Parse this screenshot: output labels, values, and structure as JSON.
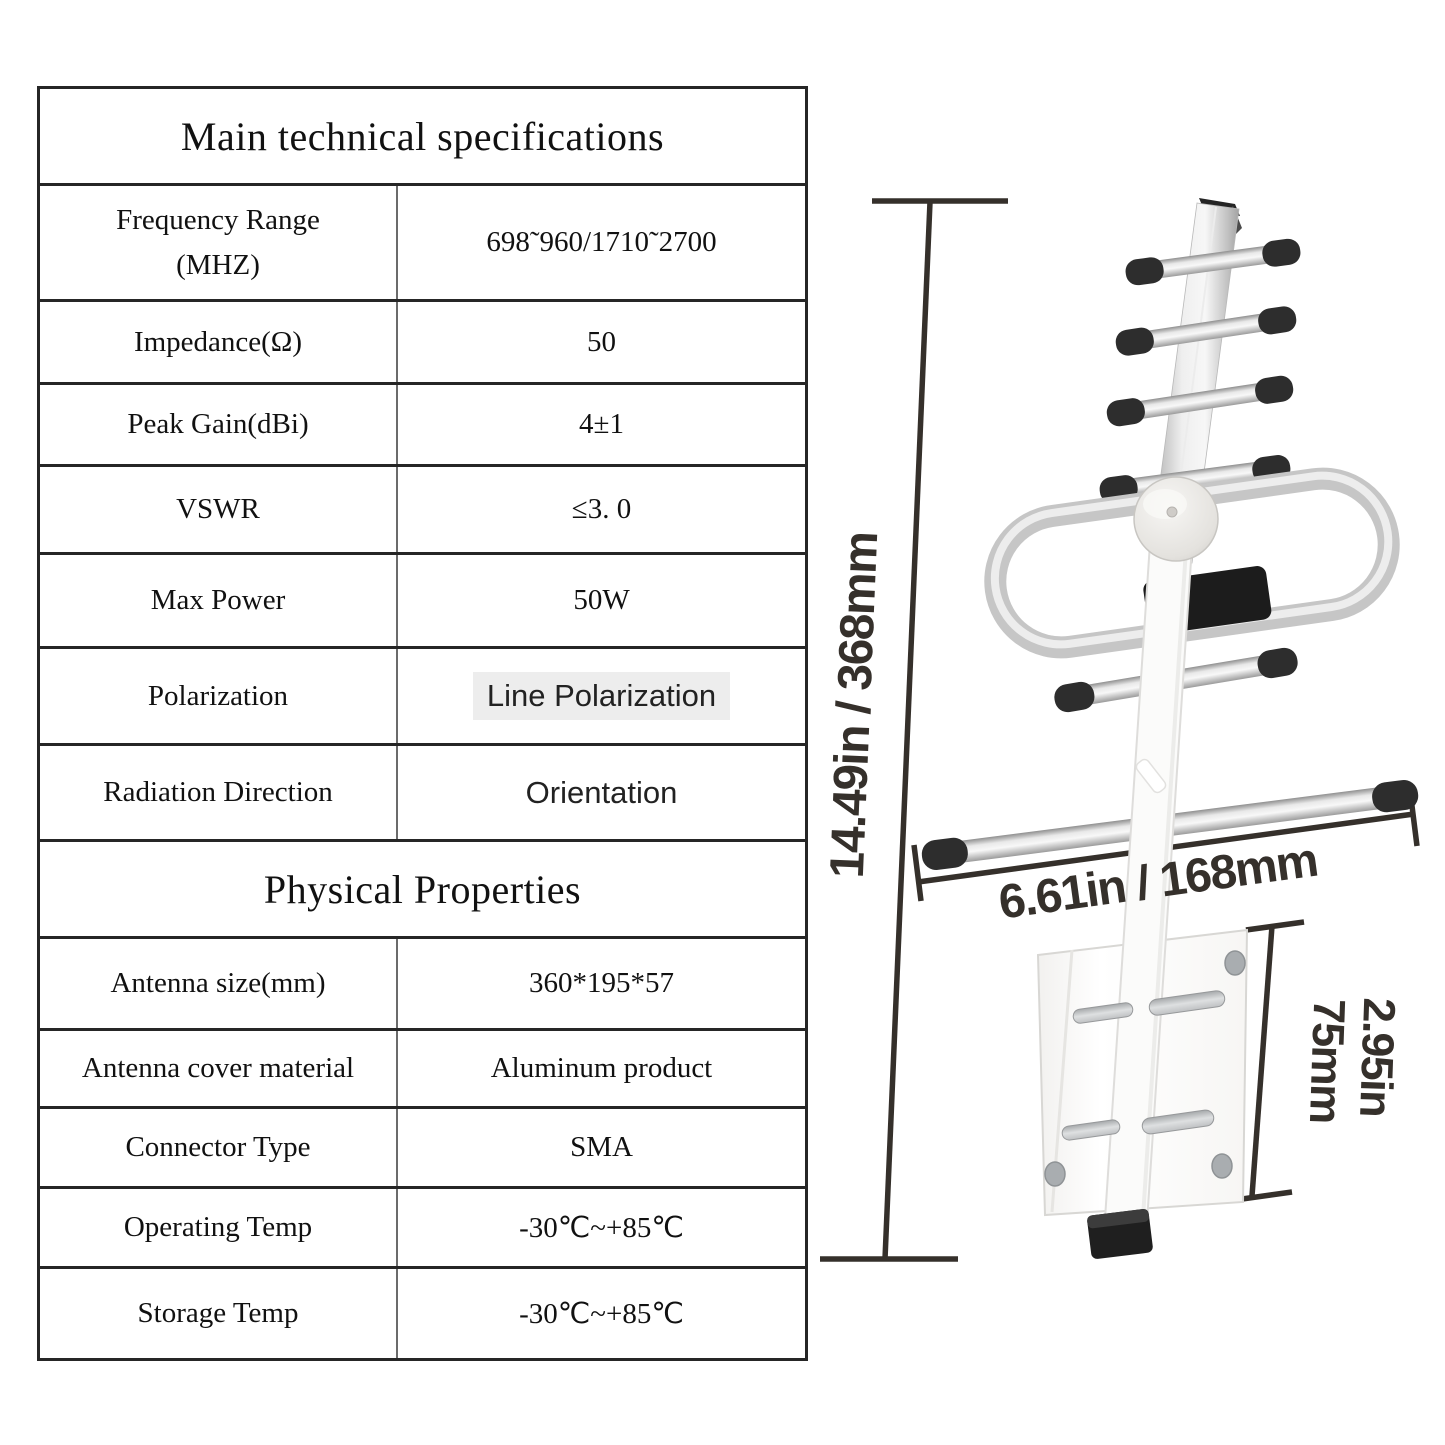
{
  "table": {
    "rows": [
      {
        "kind": "section",
        "label": "Main technical specifications"
      },
      {
        "kind": "spec",
        "label": "Frequency Range\n(MHZ)",
        "value": "698˜960/1710˜2700"
      },
      {
        "kind": "spec",
        "label": "Impedance(Ω)",
        "value": "50"
      },
      {
        "kind": "spec",
        "label": "Peak Gain(dBi)",
        "value": "4±1"
      },
      {
        "kind": "spec",
        "label": "VSWR",
        "value": "≤3. 0"
      },
      {
        "kind": "spec",
        "label": "Max Power",
        "value": "50W"
      },
      {
        "kind": "spec",
        "label": "Polarization",
        "value": "Line Polarization",
        "value_style": "sans-highlight"
      },
      {
        "kind": "spec",
        "label": "Radiation Direction",
        "value": "Orientation",
        "value_style": "sans"
      },
      {
        "kind": "section",
        "label": "Physical Properties"
      },
      {
        "kind": "spec",
        "label": "Antenna size(mm)",
        "value": "360*195*57"
      },
      {
        "kind": "spec",
        "label": "Antenna cover material",
        "value": "Aluminum product"
      },
      {
        "kind": "spec",
        "label": "Connector Type",
        "value": "SMA"
      },
      {
        "kind": "spec",
        "label": "Operating Temp",
        "value": "-30℃~+85℃"
      },
      {
        "kind": "spec",
        "label": "Storage Temp",
        "value": "-30℃~+85℃"
      }
    ]
  },
  "dimensions": {
    "height_label": "14.49in / 368mm",
    "width_label": "6.61in / 168mm",
    "bracket_height_in": "2.95in",
    "bracket_height_mm": "75mm",
    "annotation_color": "#35302b"
  }
}
